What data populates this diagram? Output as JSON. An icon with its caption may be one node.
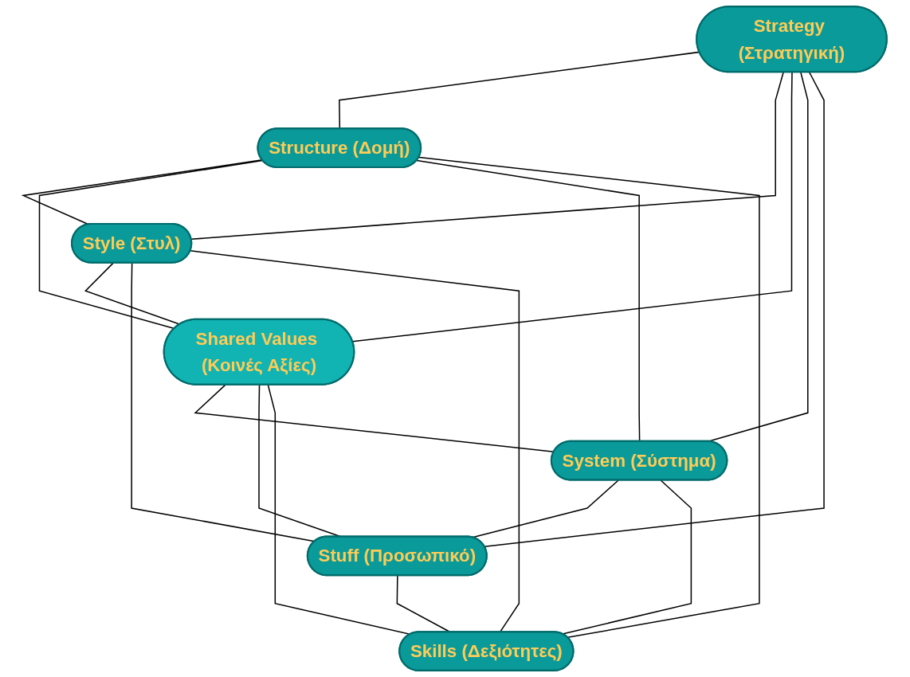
{
  "diagram": {
    "nodes": [
      {
        "text": [
          "Strategy (Στρατηγική)"
        ]
      },
      {
        "text": [
          "Structure (Δομή)"
        ]
      },
      {
        "text": [
          "Style (Στυλ)"
        ]
      },
      {
        "text": [
          "Shared Values (Κοινές Αξίες)"
        ]
      },
      {
        "text": [
          "System (Σύστημα)"
        ]
      },
      {
        "text": [
          "Stuff (Προσωπικό)"
        ]
      },
      {
        "text": [
          "Skills (Δεξιότητες)"
        ]
      }
    ],
    "edges": [
      {
        "from": 0,
        "to": 1,
        "arrow": "none"
      },
      {
        "from": 0,
        "to": 2,
        "arrow": "none"
      },
      {
        "from": 0,
        "to": 3,
        "arrow": "none"
      },
      {
        "from": 0,
        "to": 4,
        "arrow": "none"
      },
      {
        "from": 0,
        "to": 5,
        "arrow": "none"
      },
      {
        "from": 1,
        "to": 2,
        "arrow": "none"
      },
      {
        "from": 1,
        "to": 3,
        "arrow": "none"
      },
      {
        "from": 1,
        "to": 4,
        "arrow": "none"
      },
      {
        "from": 1,
        "to": 6,
        "arrow": "none"
      },
      {
        "from": 2,
        "to": 3,
        "arrow": "none"
      },
      {
        "from": 2,
        "to": 5,
        "arrow": "none"
      },
      {
        "from": 2,
        "to": 6,
        "arrow": "none"
      },
      {
        "from": 3,
        "to": 4,
        "arrow": "none"
      },
      {
        "from": 3,
        "to": 5,
        "arrow": "none"
      },
      {
        "from": 3,
        "to": 6,
        "arrow": "none"
      },
      {
        "from": 4,
        "to": 5,
        "arrow": "none"
      },
      {
        "from": 4,
        "to": 6,
        "arrow": "none"
      },
      {
        "from": 5,
        "to": 6,
        "arrow": "none"
      }
    ]
  }
}
